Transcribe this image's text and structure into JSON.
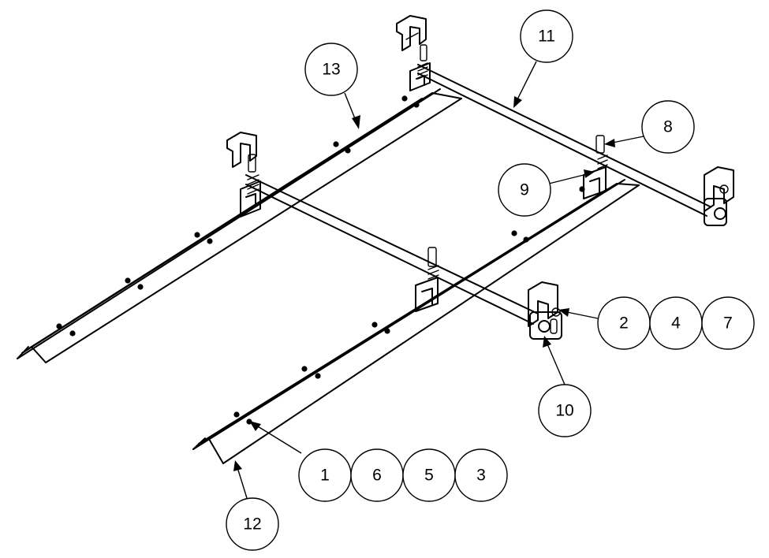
{
  "balloons": {
    "b13": "13",
    "b11": "11",
    "b8": "8",
    "b9": "9",
    "b2": "2",
    "b4": "4",
    "b7": "7",
    "b10": "10",
    "b1": "1",
    "b6": "6",
    "b5": "5",
    "b3": "3",
    "b12": "12"
  },
  "colors": {
    "line": "#000000",
    "background": "#ffffff"
  }
}
